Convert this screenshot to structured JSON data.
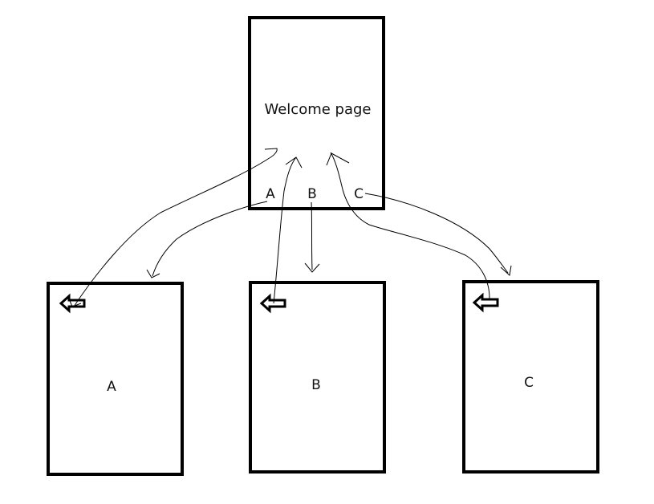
{
  "welcome_page": {
    "title": "Welcome page",
    "links": [
      "A",
      "B",
      "C"
    ]
  },
  "pages": [
    {
      "label": "A",
      "back_icon": "back-arrow-icon"
    },
    {
      "label": "B",
      "back_icon": "back-arrow-icon"
    },
    {
      "label": "C",
      "back_icon": "back-arrow-icon"
    }
  ],
  "colors": {
    "stroke": "#000000",
    "background": "#ffffff"
  }
}
